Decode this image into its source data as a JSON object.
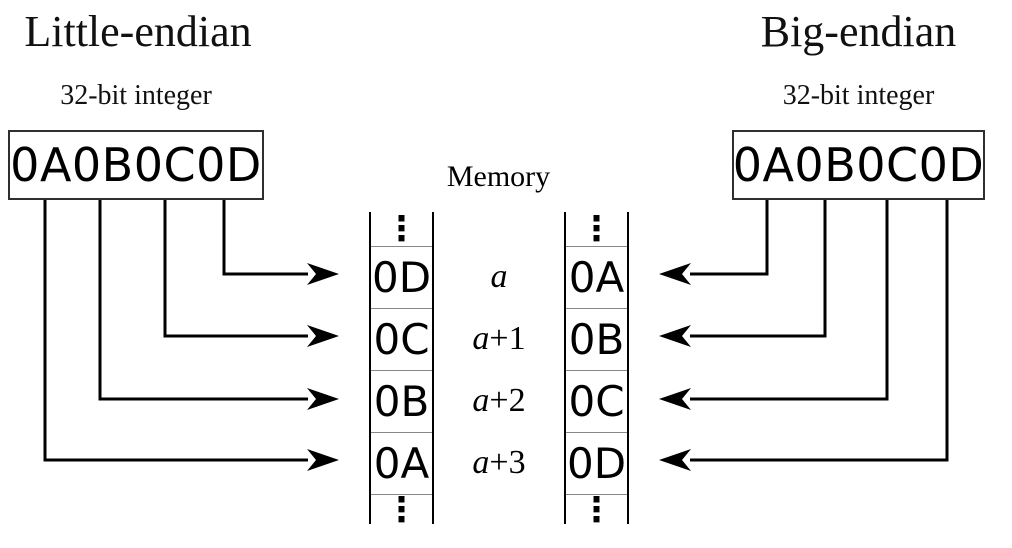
{
  "diagram": {
    "little": {
      "title": "Little-endian",
      "subtitle": "32-bit integer",
      "value": "0A0B0C0D"
    },
    "big": {
      "title": "Big-endian",
      "subtitle": "32-bit integer",
      "value": "0A0B0C0D"
    },
    "memory": {
      "label": "Memory",
      "ellipsis": "⋮",
      "little_bytes": [
        "0D",
        "0C",
        "0B",
        "0A"
      ],
      "big_bytes": [
        "0A",
        "0B",
        "0C",
        "0D"
      ],
      "addresses": [
        {
          "base": "a",
          "offset": ""
        },
        {
          "base": "a",
          "offset": "+1"
        },
        {
          "base": "a",
          "offset": "+2"
        },
        {
          "base": "a",
          "offset": "+3"
        }
      ]
    },
    "colors": {
      "ink": "#000000",
      "box_border": "#2f2f2f",
      "separator": "#888888",
      "background": "#ffffff"
    }
  }
}
